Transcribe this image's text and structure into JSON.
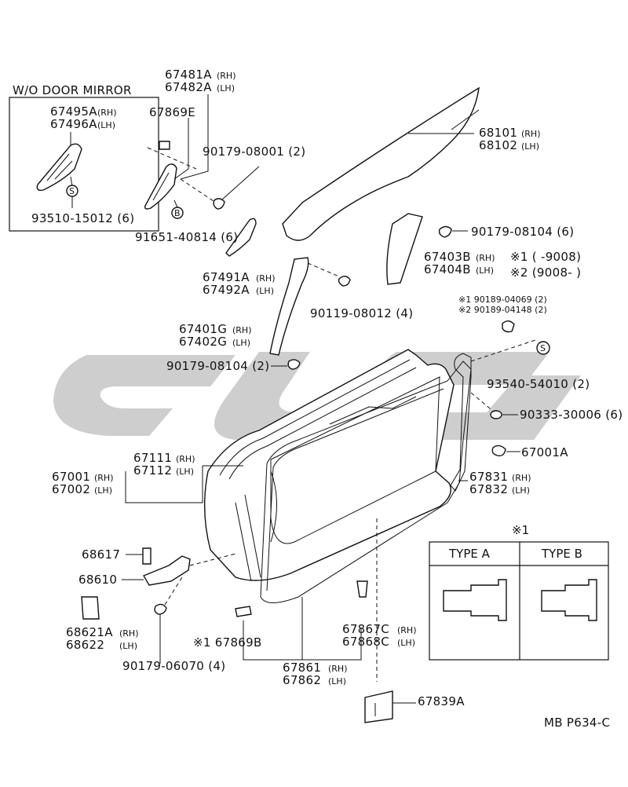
{
  "inset": {
    "title": "W/O DOOR MIRROR",
    "part_rh": "67495A",
    "part_lh": "67496A",
    "screw_note": "93510-15012 (6)",
    "symbol": "S"
  },
  "side_codes": {
    "rh": "(RH)",
    "lh": "(LH)"
  },
  "labels": {
    "p67481A": "67481A",
    "p67482A": "67482A",
    "p67869E": "67869E",
    "p90179_08001": "90179-08001 (2)",
    "p68101": "68101",
    "p68102": "68102",
    "p91651": "91651-40814 (6)",
    "symbol_b": "B",
    "p90179_08104_6": "90179-08104 (6)",
    "p67491A": "67491A",
    "p67492A": "67492A",
    "p67403B": "67403B",
    "p67404B": "67404B",
    "note1": "※1 (     -9008)",
    "note2": "※2 (9008-      )",
    "p90119": "90119-08012 (4)",
    "p90189_1": "※1 90189-04069 (2)",
    "p90189_2": "※2 90189-04148 (2)",
    "p67401G": "67401G",
    "p67402G": "67402G",
    "p90179_08104_2": "90179-08104 (2)",
    "p93540": "93540-54010 (2)",
    "symbol_s": "S",
    "p90333": "90333-30006 (6)",
    "p67111": "67111",
    "p67112": "67112",
    "p67001A": "67001A",
    "p67001": "67001",
    "p67002": "67002",
    "p67831": "67831",
    "p67832": "67832",
    "p68617": "68617",
    "p68610": "68610",
    "p68621A": "68621A",
    "p68622": "68622",
    "p67869B": "※1  67869B",
    "p67867C": "67867C",
    "p67868C": "67868C",
    "p90179_06070": "90179-06070 (4)",
    "p67861": "67861",
    "p67862": "67862",
    "p67839A": "67839A",
    "page_code": "MB  P634-C"
  },
  "type_table": {
    "title": "※1",
    "col_a": "TYPE  A",
    "col_b": "TYPE  B"
  }
}
